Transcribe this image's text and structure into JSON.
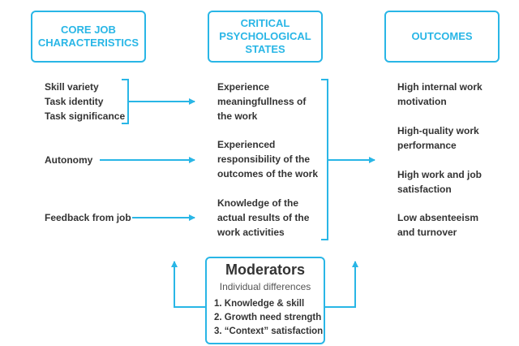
{
  "headers": {
    "core": "CORE JOB\nCHARACTERISTICS",
    "states": "CRITICAL\nPSYCHOLOGICAL\nSTATES",
    "outcomes": "OUTCOMES"
  },
  "characteristics": {
    "group1": [
      "Skill variety",
      "Task identity",
      "Task significance"
    ],
    "autonomy": "Autonomy",
    "feedback": "Feedback from job"
  },
  "states": [
    "Experience\nmeaningfullness of\nthe work",
    "Experienced\nresponsibility of the\noutcomes of the work",
    "Knowledge of the\nactual results of the\nwork activities"
  ],
  "outcomes": [
    "High internal work\nmotivation",
    "High-quality work\nperformance",
    "High work and job\nsatisfaction",
    "Low absenteeism\nand turnover"
  ],
  "moderators": {
    "title": "Moderators",
    "subtitle": "Individual differences",
    "items": [
      "1. Knowledge & skill",
      "2. Growth need strength",
      "3. “Context” satisfaction"
    ]
  },
  "colors": {
    "accent": "#29b6e6",
    "text": "#333333"
  }
}
